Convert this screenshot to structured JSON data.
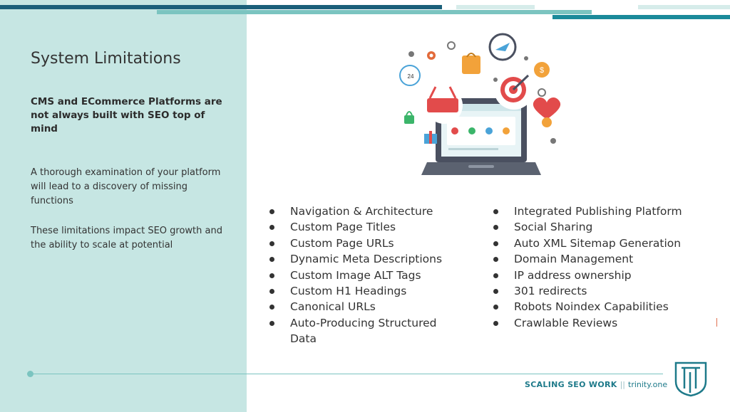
{
  "slide": {
    "title": "System Limitations",
    "bold_text": "CMS and ECommerce Platforms are not always built with SEO top of mind",
    "paragraph1": "A thorough examination of your platform will lead to a discovery of missing functions",
    "paragraph2": "These limitations impact SEO growth and the ability to scale at potential",
    "left_list": [
      "Navigation & Architecture",
      "Custom Page Titles",
      "Custom Page URLs",
      "Dynamic Meta Descriptions",
      "Custom Image ALT Tags",
      "Custom H1 Headings",
      "Canonical URLs",
      "Auto-Producing Structured Data"
    ],
    "right_list": [
      "Integrated Publishing Platform",
      "Social Sharing",
      "Auto XML Sitemap Generation",
      "Domain Management",
      "IP address ownership",
      "301 redirects",
      "Robots Noindex Capabilities",
      "Crawlable Reviews"
    ]
  },
  "footer": {
    "brand": "SCALING SEO WORK",
    "separator": "||",
    "site": "trinity.one"
  },
  "colors": {
    "panel": "#c6e6e3",
    "dark_teal": "#1b5f7a",
    "light_teal": "#7bc4c0"
  }
}
